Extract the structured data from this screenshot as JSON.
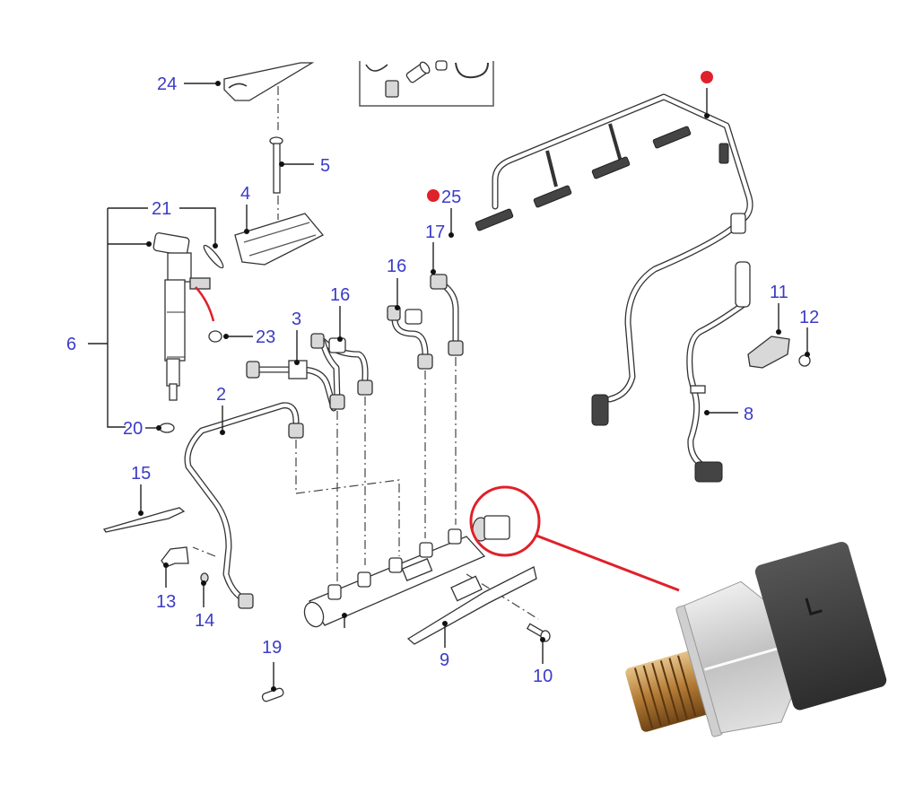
{
  "diagram": {
    "title": "Fuel injection system exploded parts diagram",
    "label_color": "#3b3bc9",
    "highlight_color": "#e0202a",
    "callouts": [
      {
        "id": "24",
        "text": "24",
        "part": "injector cover"
      },
      {
        "id": "5",
        "text": "5",
        "part": "stud bolt"
      },
      {
        "id": "4",
        "text": "4",
        "part": "injector clamp"
      },
      {
        "id": "21",
        "text": "21",
        "part": "injector o-ring"
      },
      {
        "id": "6",
        "text": "6",
        "part": "fuel injector"
      },
      {
        "id": "23",
        "text": "23",
        "part": "washer"
      },
      {
        "id": "20",
        "text": "20",
        "part": "injector seal washer"
      },
      {
        "id": "3",
        "text": "3",
        "part": "fuel injection pipe"
      },
      {
        "id": "16a",
        "text": "16",
        "part": "fuel injection pipe"
      },
      {
        "id": "16b",
        "text": "16",
        "part": "fuel injection pipe"
      },
      {
        "id": "17",
        "text": "17",
        "part": "fuel supply pipe"
      },
      {
        "id": "25",
        "text": "25",
        "part": "clip",
        "marked": true
      },
      {
        "id": "2",
        "text": "2",
        "part": "fuel injection pipe"
      },
      {
        "id": "15",
        "text": "15",
        "part": "glow plug"
      },
      {
        "id": "13",
        "text": "13",
        "part": "bracket"
      },
      {
        "id": "14",
        "text": "14",
        "part": "bolt"
      },
      {
        "id": "19",
        "text": "19",
        "part": "dowel pin"
      },
      {
        "id": "9",
        "text": "9",
        "part": "fuel rail bracket"
      },
      {
        "id": "10",
        "text": "10",
        "part": "bolt"
      },
      {
        "id": "11",
        "text": "11",
        "part": "fuel temperature sensor"
      },
      {
        "id": "12",
        "text": "12",
        "part": "nut"
      },
      {
        "id": "8",
        "text": "8",
        "part": "fuel return hose"
      },
      {
        "id": "top-marker",
        "text": "",
        "part": "fuel leak-off harness",
        "marked": true
      }
    ],
    "highlighted_part": "fuel rail pressure sensor",
    "photo": {
      "subject": "fuel rail pressure sensor photo",
      "colors": {
        "thread": "#b8823c",
        "body": "#c9c9c9",
        "connector": "#3a3a3a"
      }
    }
  }
}
